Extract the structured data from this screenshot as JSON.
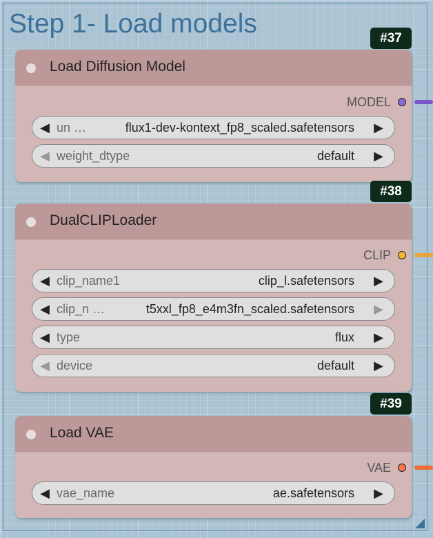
{
  "group": {
    "title": "Step 1- Load models"
  },
  "nodes": [
    {
      "id": "#37",
      "title": "Load Diffusion Model",
      "output": {
        "label": "MODEL",
        "color": "#8c6ad8",
        "wire": "#7a55c9"
      },
      "widgets": [
        {
          "name": "un …",
          "value": "flux1-dev-kontext_fp8_scaled.safetensors",
          "left_enabled": true,
          "right_enabled": true
        },
        {
          "name": "weight_dtype",
          "value": "default",
          "left_enabled": false,
          "right_enabled": true
        }
      ]
    },
    {
      "id": "#38",
      "title": "DualCLIPLoader",
      "output": {
        "label": "CLIP",
        "color": "#f3b635",
        "wire": "#e8a43a"
      },
      "widgets": [
        {
          "name": "clip_name1",
          "value": "clip_l.safetensors",
          "left_enabled": true,
          "right_enabled": true
        },
        {
          "name": "clip_n …",
          "value": "t5xxl_fp8_e4m3fn_scaled.safetensors",
          "left_enabled": true,
          "right_enabled": false
        },
        {
          "name": "type",
          "value": "flux",
          "left_enabled": true,
          "right_enabled": true
        },
        {
          "name": "device",
          "value": "default",
          "left_enabled": false,
          "right_enabled": true
        }
      ]
    },
    {
      "id": "#39",
      "title": "Load VAE",
      "output": {
        "label": "VAE",
        "color": "#f4784a",
        "wire": "#ee6a36"
      },
      "widgets": [
        {
          "name": "vae_name",
          "value": "ae.safetensors",
          "left_enabled": true,
          "right_enabled": true
        }
      ]
    }
  ],
  "icons": {
    "left_arrow": "◀",
    "right_arrow": "▶",
    "node_status": "circle-dot-icon",
    "resize": "resize-corner-icon"
  }
}
